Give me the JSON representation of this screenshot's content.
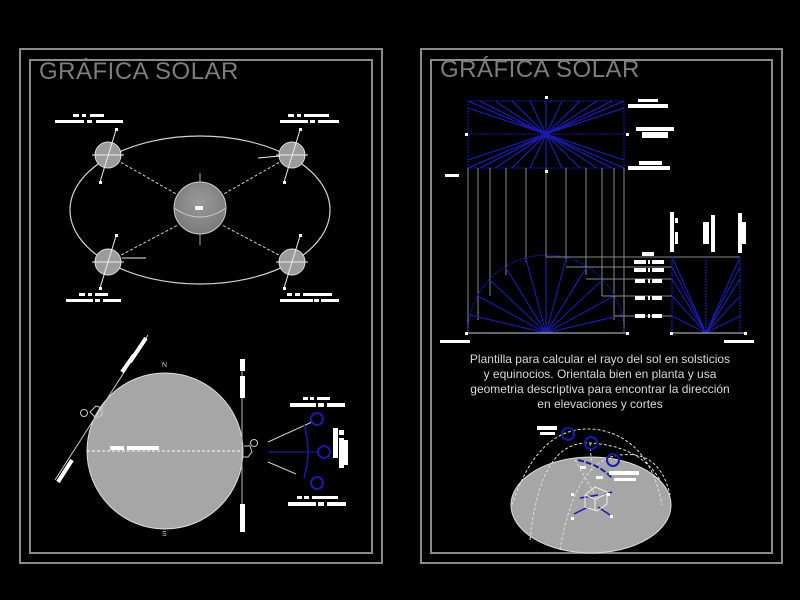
{
  "left_sheet": {
    "title": "GRÁFICA SOLAR",
    "compass": {
      "north": "N",
      "south": "S"
    }
  },
  "right_sheet": {
    "title": "GRÁFICA SOLAR",
    "caption_lines": [
      "Plantilla para calcular el rayo del sol en solsticios",
      "y equinocios. Orientala bien en planta y usa",
      "geometria descriptiva para encontrar la dirección",
      "en elevaciones y cortes"
    ]
  },
  "colors": {
    "background": "#000000",
    "frame": "#8a8a8a",
    "title": "#7d7d7d",
    "globe_fill": "#a6a6a6",
    "construction_blue": "#1a1aa8",
    "line_white": "#e0e0e0"
  }
}
